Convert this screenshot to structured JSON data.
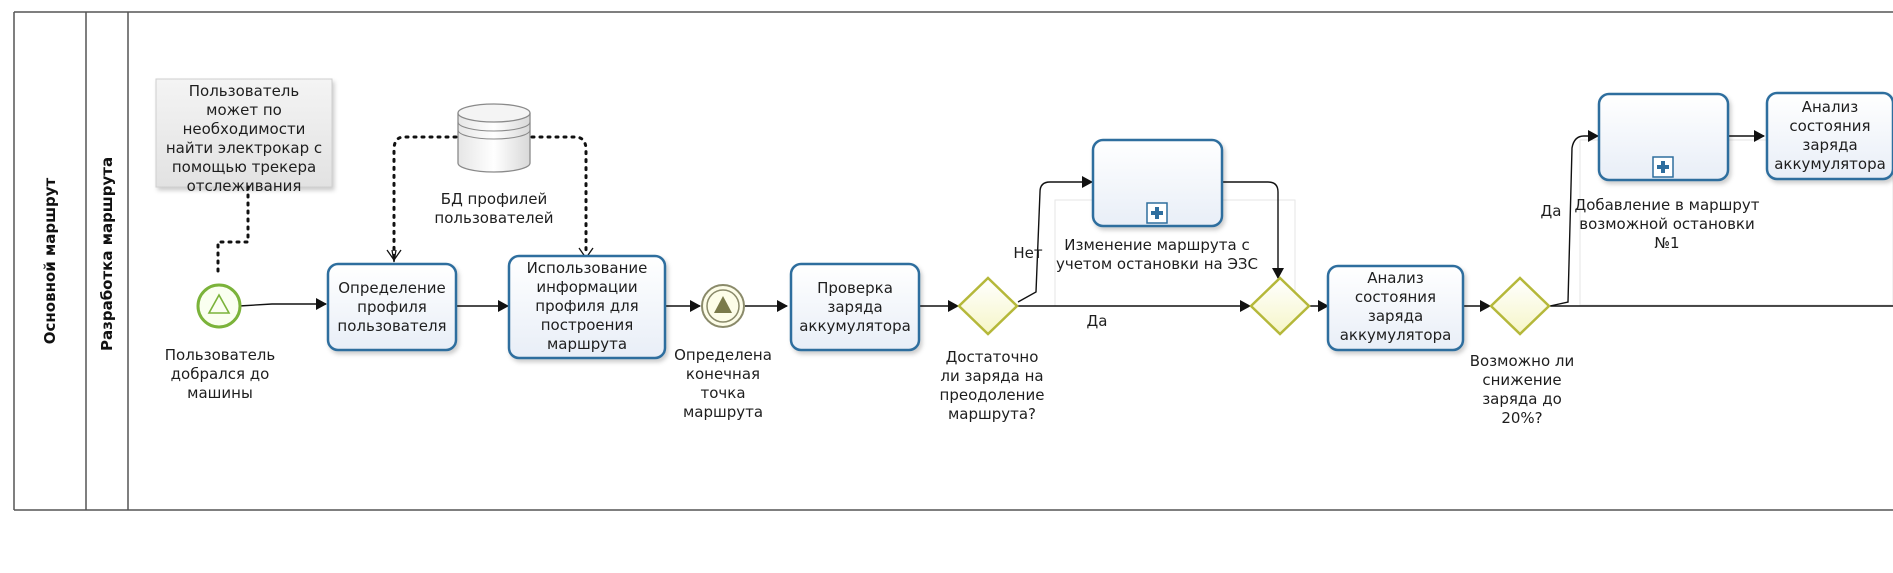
{
  "pool": {
    "name": "Основной маршрут"
  },
  "lane": {
    "name": "Разработка маршрута"
  },
  "annotation": {
    "text": "Пользователь может по необходимости найти электрокар с помощью трекера отслеживания"
  },
  "datastore": {
    "label": "БД профилей пользователей"
  },
  "start_event": {
    "label": "Пользователь добрался до машины"
  },
  "intermediate_event": {
    "label": "Определена конечная точка маршрута"
  },
  "tasks": {
    "t1": "Определение профиля пользователя",
    "t2": "Использование информации профиля для построения маршрута",
    "t3": "Проверка заряда аккумулятора",
    "t4": "Анализ состояния заряда аккумулятора",
    "t5": "Анализ состояния заряда аккумулятора"
  },
  "subprocesses": {
    "s1": "Изменение маршрута с учетом остановки на ЭЗС",
    "s2": "Добавление в маршрут возможной остановки №1"
  },
  "gateways": {
    "g1": "Достаточно ли заряда на преодоление маршрута?",
    "g3": "Возможно ли снижение заряда до 20%?"
  },
  "flow_labels": {
    "no": "Нет",
    "yes1": "Да",
    "yes2": "Да"
  },
  "colors": {
    "task_stroke": "#2e6e9e",
    "task_fill": "#ffffff",
    "gateway_stroke": "#b5b83a",
    "gateway_fill": "#fdfde4",
    "start_stroke": "#7bb33a",
    "event_stroke": "#8a8a6a",
    "lane_border": "#555555"
  }
}
